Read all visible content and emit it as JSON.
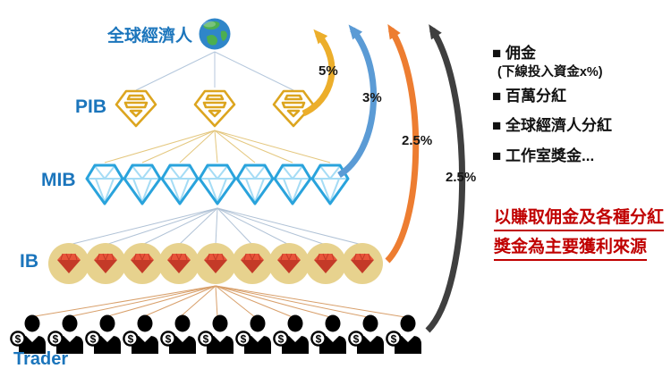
{
  "diagram": {
    "root_label": "全球經濟人",
    "levels": [
      {
        "id": "pib",
        "label": "PIB",
        "count": 3,
        "icon": "gold-gem-icon"
      },
      {
        "id": "mib",
        "label": "MIB",
        "count": 7,
        "icon": "blue-gem-icon"
      },
      {
        "id": "ib",
        "label": "IB",
        "count": 9,
        "icon": "red-gem-coin-icon"
      },
      {
        "id": "trader",
        "label": "Trader",
        "count": 11,
        "icon": "trader-person-icon"
      }
    ],
    "arrows": [
      {
        "id": "pib-commission",
        "percent": "5%",
        "color": "#ECAE2B"
      },
      {
        "id": "mib-commission",
        "percent": "3%",
        "color": "#5B9BD5"
      },
      {
        "id": "ib-commission",
        "percent": "2.5%",
        "color": "#ED7D31"
      },
      {
        "id": "trader-commission",
        "percent": "2.5%",
        "color": "#3F3F3F"
      }
    ]
  },
  "legend": {
    "bullet": "■",
    "items": [
      {
        "label": "佣金",
        "sub": "(下線投入資金x%)"
      },
      {
        "label": "百萬分紅"
      },
      {
        "label": "全球經濟人分紅"
      },
      {
        "label": "工作室獎金..."
      }
    ]
  },
  "note": {
    "lines": [
      "以賺取佣金及各種分紅",
      "獎金為主要獲利來源"
    ],
    "color": "#C00000"
  },
  "colors": {
    "label_blue": "#1B75BC",
    "ib_coin": "#E7D28E",
    "red_gem": "#E8543A",
    "mib_gem": "#29A3DC",
    "pib_gem": "#DCA51F"
  },
  "icons": {
    "dollar": "$"
  }
}
